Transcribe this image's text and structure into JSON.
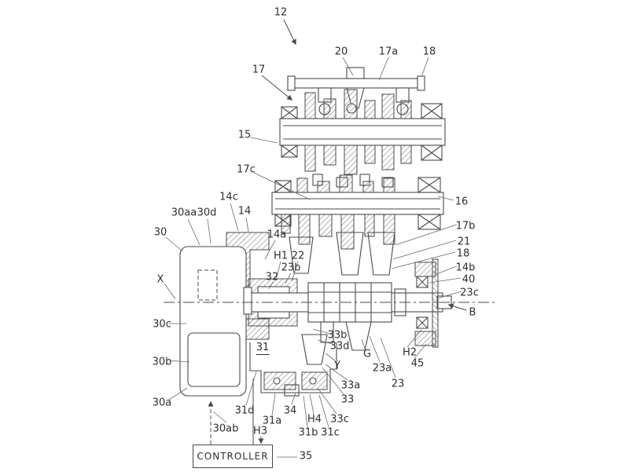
{
  "figure": {
    "controller": "CONTROLLER",
    "labels": {
      "n12": "12",
      "n20": "20",
      "n17a": "17a",
      "n18_top": "18",
      "n17": "17",
      "n15": "15",
      "n17c": "17c",
      "n16": "16",
      "n17b": "17b",
      "n21": "21",
      "n18_right": "18",
      "n14b": "14b",
      "n40": "40",
      "n23c": "23c",
      "B": "B",
      "H2": "H2",
      "n45": "45",
      "n23": "23",
      "n23a": "23a",
      "G": "G",
      "Y": "Y",
      "n33d": "33d",
      "n33b": "33b",
      "n33a": "33a",
      "n33": "33",
      "n33c": "33c",
      "n34": "34",
      "H4": "H4",
      "n31b": "31b",
      "n31c": "31c",
      "n31a": "31a",
      "n31d": "31d",
      "H3": "H3",
      "n30ab": "30ab",
      "n30a": "30a",
      "n30b": "30b",
      "n30c": "30c",
      "n30": "30",
      "n30aa": "30aa",
      "n30d": "30d",
      "n14c": "14c",
      "n14": "14",
      "n14a": "14a",
      "H1": "H1",
      "n22": "22",
      "n32": "32",
      "n23b": "23b",
      "X": "X",
      "n31": "31",
      "n35": "35"
    }
  }
}
